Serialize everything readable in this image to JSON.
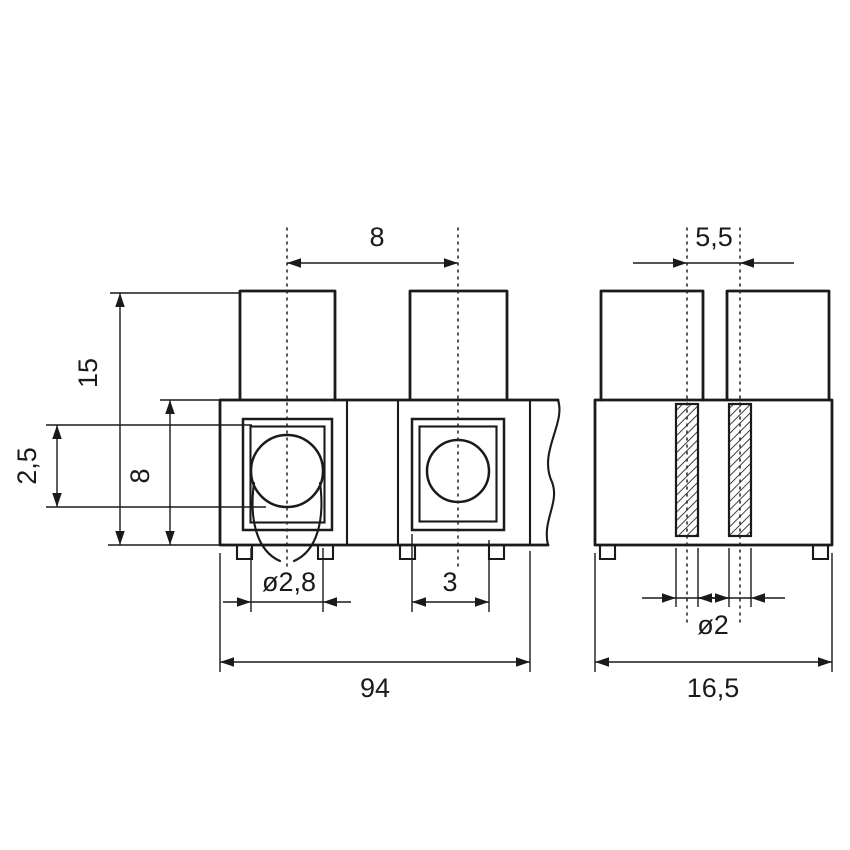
{
  "drawing": {
    "line_color": "#1a1a1a",
    "background_color": "#ffffff",
    "front_view": {
      "dim_pitch": "8",
      "dim_total_height": "15",
      "dim_clamp_depth": "2,5",
      "dim_body_height": "8",
      "dim_wire_hole_diameter": "ø2,8",
      "dim_partition": "3",
      "dim_overall_length": "94"
    },
    "side_view": {
      "dim_screw_spacing": "5,5",
      "dim_screw_diameter": "ø2",
      "dim_overall_depth": "16,5"
    }
  }
}
